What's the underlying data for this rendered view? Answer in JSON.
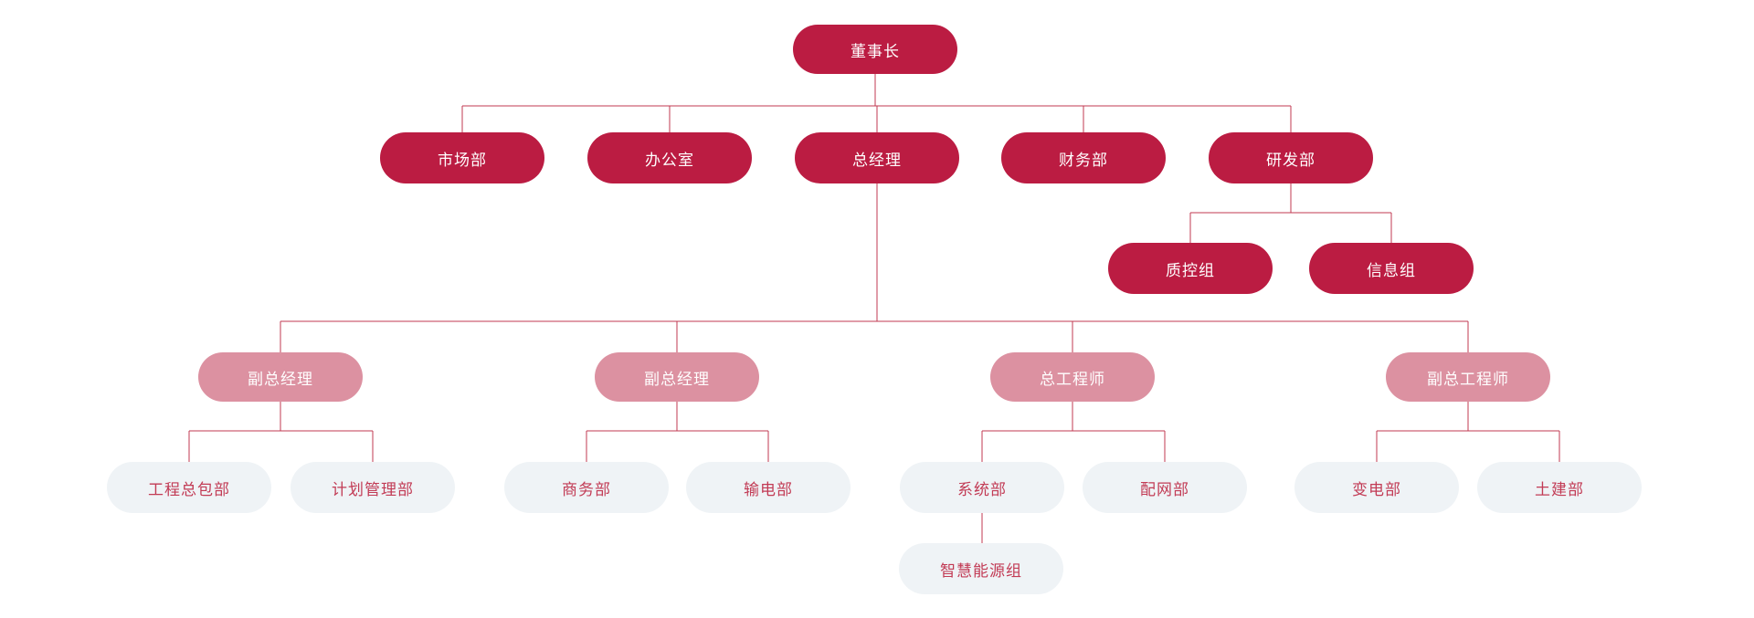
{
  "page": {
    "background": "#FFFFFF",
    "type": "organization-chart"
  },
  "colors": {
    "node_primary": "#BB1C42",
    "node_secondary": "#DC91A1",
    "node_tertiary_bg": "#EFF3F6",
    "node_tertiary_text": "#C23B55",
    "node_text_light": "#FFFFFF",
    "connector": "#C03A52"
  },
  "org": {
    "label": "董事长",
    "children": [
      {
        "label": "市场部"
      },
      {
        "label": "办公室"
      },
      {
        "label": "总经理",
        "children": [
          {
            "label": "副总经理",
            "children": [
              {
                "label": "工程总包部"
              },
              {
                "label": "计划管理部"
              }
            ]
          },
          {
            "label": "副总经理",
            "children": [
              {
                "label": "商务部"
              },
              {
                "label": "输电部"
              }
            ]
          },
          {
            "label": "总工程师",
            "children": [
              {
                "label": "系统部",
                "children": [
                  {
                    "label": "智慧能源组"
                  }
                ]
              },
              {
                "label": "配网部"
              }
            ]
          },
          {
            "label": "副总工程师",
            "children": [
              {
                "label": "变电部"
              },
              {
                "label": "土建部"
              }
            ]
          }
        ]
      },
      {
        "label": "财务部"
      },
      {
        "label": "研发部",
        "children": [
          {
            "label": "质控组"
          },
          {
            "label": "信息组"
          }
        ]
      }
    ]
  }
}
